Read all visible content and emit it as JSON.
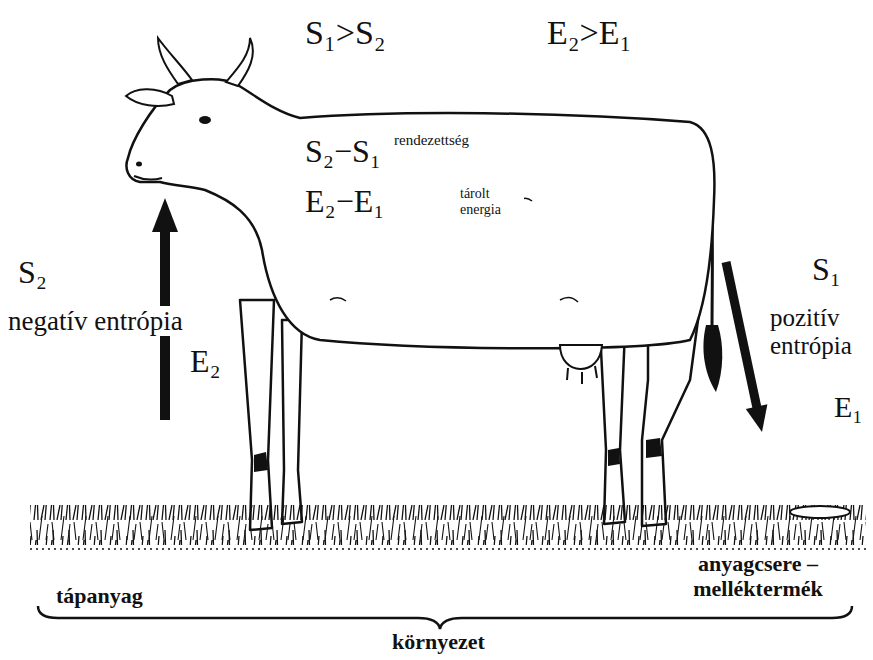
{
  "diagram": {
    "labels": [
      "S₁>S₂",
      "E₂>E₁",
      "S₂−S₁",
      "rendezettség",
      "E₂−E₁",
      "tárolt energia",
      "S₂",
      "negatív entrópia",
      "E₂",
      "S₁",
      "pozitív entrópia",
      "E₁",
      "tápanyag",
      "anyagcsere – melléktermék",
      "környezet"
    ]
  }
}
